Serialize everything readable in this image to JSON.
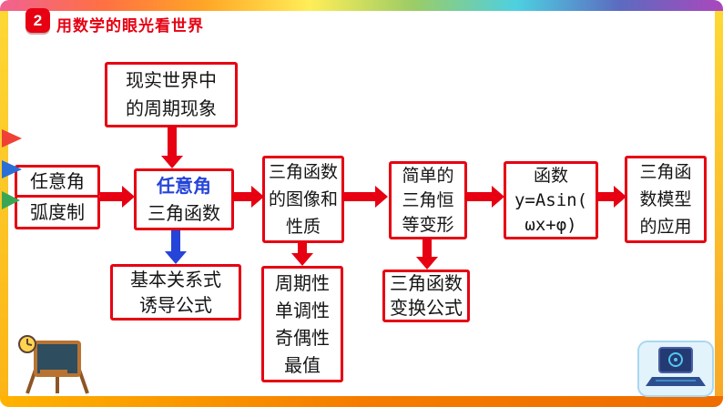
{
  "slide": {
    "badge": "2",
    "title": "用数学的眼光看世界"
  },
  "flowchart": {
    "periodic": {
      "text": "现实世界中\n的周期现象"
    },
    "angle": {
      "text": "任意角"
    },
    "radian": {
      "text": "弧度制"
    },
    "center": {
      "line1": "任意角",
      "line2": "三角函数"
    },
    "graphs": {
      "text": "三角函数\n的图像和\n性质"
    },
    "identity": {
      "text": "简单的\n三角恒\n等变形"
    },
    "asin": {
      "text": "函数\ny=Asin(\nωx+φ)"
    },
    "model": {
      "text": "三角函\n数模型\n的应用"
    },
    "basic": {
      "text": "基本关系式\n诱导公式"
    },
    "properties": {
      "text": "周期性\n单调性\n奇偶性\n最值"
    },
    "transform": {
      "text": "三角函数\n变换公式"
    }
  },
  "colors": {
    "accent_red": "#e60012",
    "accent_blue": "#2544d8",
    "frame_gold": "#fcb415"
  }
}
